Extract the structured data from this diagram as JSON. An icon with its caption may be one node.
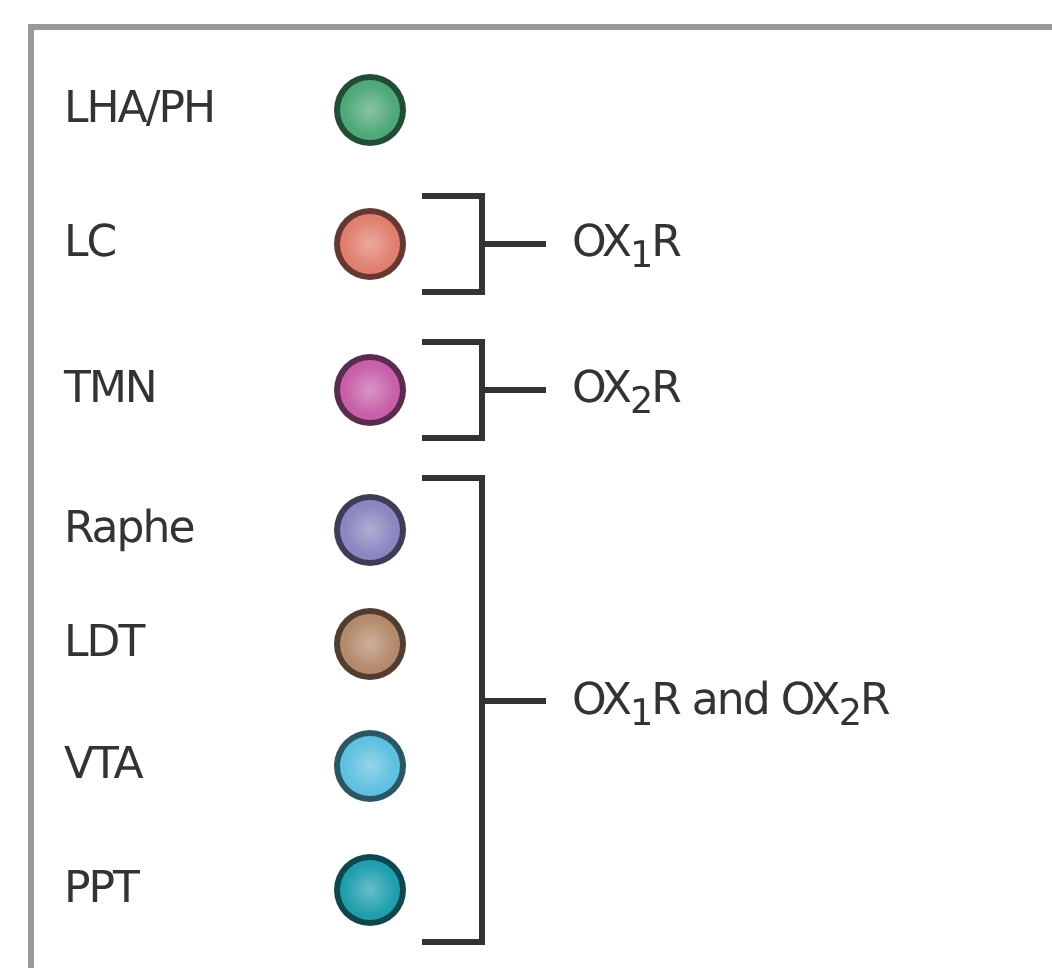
{
  "diagram": {
    "labels": [
      "OX$_{1}$R",
      "OX$_{2}$R",
      "OX$_{1}$R and OX$_{2}$R"
    ],
    "legend": [
      {
        "text": "LHA/PH",
        "color": "#4fa878"
      },
      {
        "text": "LC",
        "color": "#e07f6f"
      },
      {
        "text": "TMN",
        "color": "#c85fa8"
      },
      {
        "text": "Raphe",
        "color": "#8a86c0"
      },
      {
        "text": "LDT",
        "color": "#b48a6c"
      },
      {
        "text": "VTA",
        "color": "#5fc0e0"
      },
      {
        "text": "PPT",
        "color": "#1f9fae"
      }
    ]
  }
}
